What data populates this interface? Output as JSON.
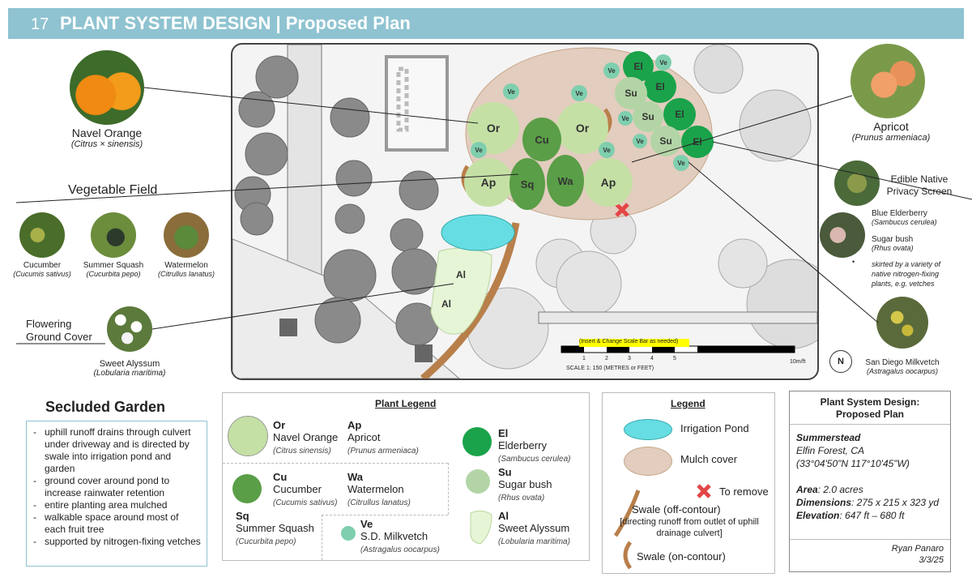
{
  "header": {
    "number": "17",
    "title": "PLANT SYSTEM DESIGN | Proposed Plan"
  },
  "left": {
    "navel_orange": {
      "name": "Navel Orange",
      "latin": "(Citrus × sinensis)"
    },
    "vegetable_field": "Vegetable Field",
    "veg": [
      {
        "name": "Cucumber",
        "latin": "(Cucumis sativus)"
      },
      {
        "name": "Summer Squash",
        "latin": "(Cucurbita pepo)"
      },
      {
        "name": "Watermelon",
        "latin": "(Citrullus lanatus)"
      }
    ],
    "flowering": "Flowering Ground Cover",
    "alyssum": {
      "name": "Sweet Alyssum",
      "latin": "(Lobularia maritima)"
    }
  },
  "right": {
    "apricot": {
      "name": "Apricot",
      "latin": "(Prunus armeniaca)"
    },
    "screen": "Edible Native Privacy Screen",
    "elderberry": {
      "name": "Blue Elderberry",
      "latin": "(Sambucus cerulea)"
    },
    "sugarbush": {
      "name": "Sugar bush",
      "latin": "(Rhus ovata)"
    },
    "bullet": "•",
    "note": "skirted by a variety of native nitrogen-fixing plants, e.g. vetches",
    "milkvetch": {
      "name": "San Diego Milkvetch",
      "latin": "(Astragalus oocarpus)"
    }
  },
  "plan": {
    "labels": {
      "or": "Or",
      "cu": "Cu",
      "sq": "Sq",
      "wa": "Wa",
      "ap": "Ap",
      "ve": "Ve",
      "el": "El",
      "su": "Su",
      "al": "Al"
    },
    "scale_note": "(Insert & Change Scale Bar as needed)",
    "scale_text": "SCALE 1: 150 (METRES or FEET)",
    "scale_ticks": [
      "1",
      "2",
      "3",
      "4",
      "5"
    ],
    "unit": "10m/ft",
    "compass": "N"
  },
  "secluded": {
    "title": "Secluded Garden",
    "items": [
      "uphill runoff drains through culvert under driveway and is directed by swale into irrigation pond and garden",
      "ground cover around pond to increase rainwater retention",
      "entire planting area mulched",
      "walkable space around most of each fruit tree",
      "supported by nitrogen-fixing vetches"
    ]
  },
  "plant_legend": {
    "title": "Plant Legend",
    "entries": {
      "or": {
        "code": "Or",
        "name": "Navel Orange",
        "latin": "(Citrus sinensis)"
      },
      "ap": {
        "code": "Ap",
        "name": "Apricot",
        "latin": "(Prunus armeniaca)"
      },
      "el": {
        "code": "El",
        "name": "Elderberry",
        "latin": "(Sambucus cerulea)"
      },
      "cu": {
        "code": "Cu",
        "name": "Cucumber",
        "latin": "(Cucumis sativus)"
      },
      "wa": {
        "code": "Wa",
        "name": "Watermelon",
        "latin": "(Citrullus lanatus)"
      },
      "su": {
        "code": "Su",
        "name": "Sugar bush",
        "latin": "(Rhus ovata)"
      },
      "sq": {
        "code": "Sq",
        "name": "Summer Squash",
        "latin": "(Cucurbita pepo)"
      },
      "ve": {
        "code": "Ve",
        "name": "S.D. Milkvetch",
        "latin": "(Astragalus oocarpus)"
      },
      "al": {
        "code": "Al",
        "name": "Sweet Alyssum",
        "latin": "(Lobularia maritima)"
      }
    }
  },
  "legend": {
    "title": "Legend",
    "pond": "Irrigation Pond",
    "mulch": "Mulch cover",
    "remove": "To remove",
    "swale_off": "Swale (off-contour)",
    "swale_off_note": "[directing runoff from outlet of uphill drainage culvert]",
    "swale_on": "Swale (on-contour)"
  },
  "info": {
    "title": "Plant System Design: Proposed Plan",
    "site": "Summerstead",
    "place": "Elfin Forest, CA",
    "coords": "(33°04'50\"N 117°10'45\"W)",
    "area_label": "Area",
    "area": ": 2.0 acres",
    "dims_label": "Dimensions",
    "dims": ": 275 x 215 x 323 yd",
    "elev_label": "Elevation",
    "elev": ": 647 ft – 680 ft",
    "author": "Ryan Panaro",
    "date": "3/3/25"
  },
  "colors": {
    "header": "#8fc3d1",
    "orange": "#c5e0a5",
    "cucumber": "#5a9e47",
    "elder": "#1aa34a",
    "sugar": "#b3d5a6",
    "vetch": "#7ecfae",
    "alyssum": "#e6f5d6",
    "pond": "#66dde3",
    "mulch": "#e2cdbf",
    "swale": "#b87f4a"
  }
}
